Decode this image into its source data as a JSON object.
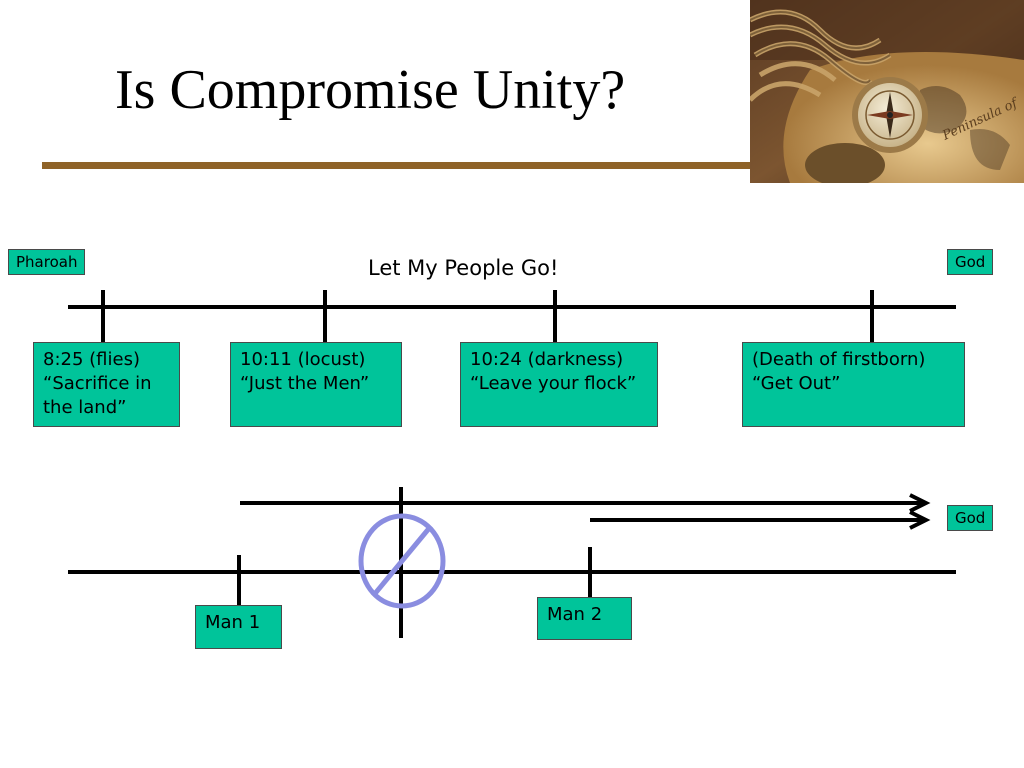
{
  "slide": {
    "title": "Is Compromise Unity?"
  },
  "top_timeline": {
    "heading": "Let My People Go!",
    "left_endpoint": "Pharoah",
    "right_endpoint": "God",
    "events": [
      {
        "label": "8:25 (flies)\n“Sacrifice in the land”"
      },
      {
        "label": "10:11 (locust)\n“Just the Men”"
      },
      {
        "label": "10:24 (darkness)\n“Leave your flock”"
      },
      {
        "label": "(Death of firstborn)\n“Get Out”"
      }
    ]
  },
  "bottom_diagram": {
    "right_endpoint": "God",
    "man1_label": "Man 1",
    "man2_label": "Man 2",
    "prohibited_symbol": "no-sign-icon"
  },
  "colors": {
    "box_fill": "#00c49a",
    "rule": "#8f6328",
    "no_sign": "#8a8de0"
  }
}
